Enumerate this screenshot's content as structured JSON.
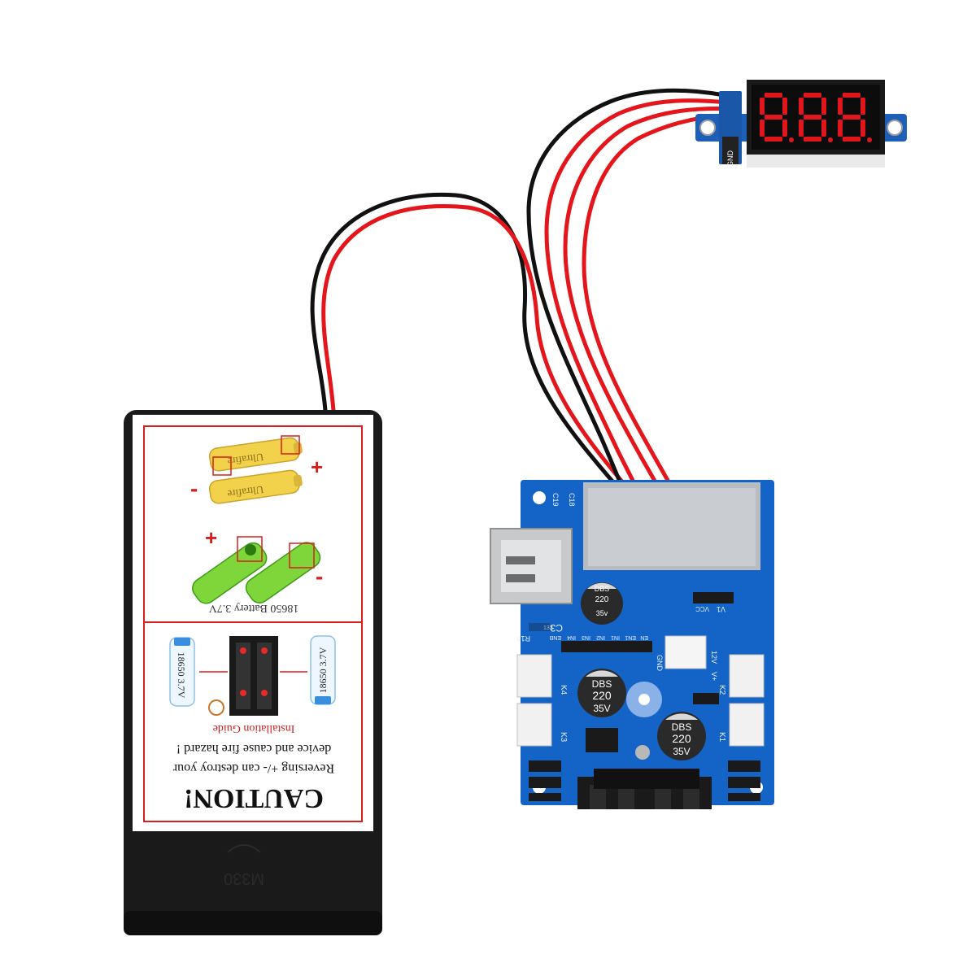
{
  "display": {
    "digits": [
      "8",
      "8",
      "8"
    ],
    "pin_label": "GND",
    "color": "#e0161c"
  },
  "battery_box": {
    "caution_title": "CAUTION!",
    "caution_line1": "Reversing +/- can destroy your",
    "caution_line2": "device and cause fire hazard !",
    "install_label": "Installation Guide",
    "cell_label_left": "18650 3.7V",
    "cell_label_right": "18650 3.7V",
    "battery_label": "18650 Battery 3.7V",
    "aa_brand": "Ultrafire",
    "lid_mark": "M330",
    "plus": "+",
    "minus": "-"
  },
  "board": {
    "silk": [
      "C19",
      "C18",
      "C3",
      "R18",
      "K4",
      "K3",
      "K2",
      "K1",
      "GND",
      "12V",
      "V+",
      "V1",
      "VCC",
      "EN1",
      "IN1",
      "IN2",
      "IN3",
      "IN4",
      "ENB",
      "EN"
    ],
    "cap_label": [
      "DBS",
      "220",
      "35V"
    ],
    "cap_small_label": [
      "DBS",
      "220",
      "35v"
    ],
    "ic_label": "132",
    "board_color": "#1464c8"
  }
}
